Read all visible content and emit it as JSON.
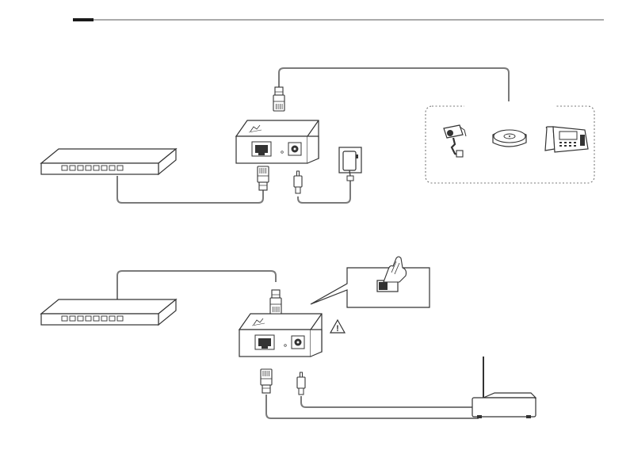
{
  "page": {
    "header_accent_color": "#1a1a1a",
    "header_rule_color": "#555555",
    "line_color": "#7a7a7a",
    "device_stroke": "#333333",
    "background": "#ffffff"
  },
  "scenario_1": {
    "devices": [
      {
        "name": "switch",
        "icon": "network-switch-icon",
        "port_count": 8
      },
      {
        "name": "poe-splitter",
        "icon": "poe-splitter-icon"
      },
      {
        "name": "power-adapter",
        "icon": "power-adapter-icon"
      },
      {
        "name": "pd-group",
        "icon": "dashed-group-box",
        "members": [
          "ip-camera-icon",
          "access-point-icon",
          "ip-phone-icon"
        ]
      }
    ],
    "connectors": [
      "rj45-plug-icon",
      "rj45-plug-icon",
      "dc-plug-icon",
      "rj45-plug-icon"
    ]
  },
  "scenario_2": {
    "devices": [
      {
        "name": "switch",
        "icon": "network-switch-icon",
        "port_count": 8
      },
      {
        "name": "poe-splitter",
        "icon": "poe-splitter-icon"
      },
      {
        "name": "router",
        "icon": "wireless-router-icon"
      }
    ],
    "callout": {
      "icon": "voltage-switch-callout",
      "content": "hand-pressing-switch-icon"
    },
    "warning": {
      "icon": "warning-triangle-icon",
      "glyph": "!"
    },
    "connectors": [
      "rj45-plug-icon",
      "rj45-plug-icon",
      "dc-plug-icon"
    ]
  }
}
